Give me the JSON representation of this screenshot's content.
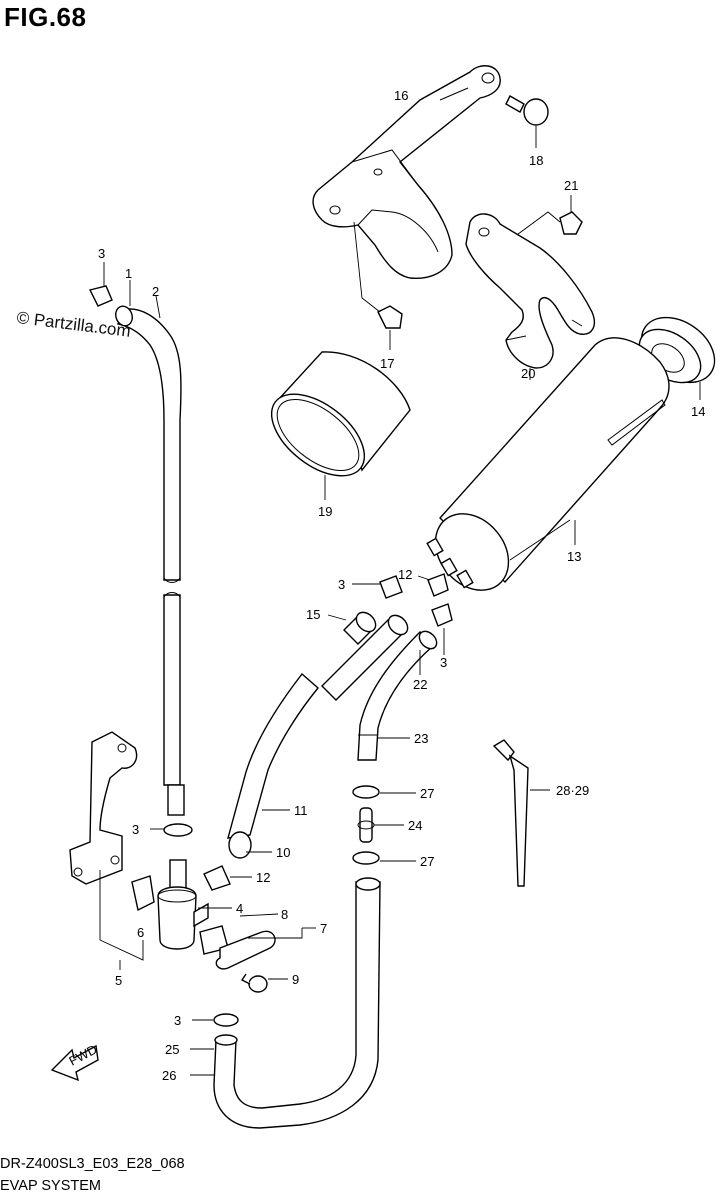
{
  "figure": {
    "title": "FIG.68",
    "watermark": "© Partzilla.com",
    "model_code": "DR-Z400SL3_E03_E28_068",
    "system_name": "EVAP SYSTEM",
    "fwd_label": "FWD"
  },
  "callouts": [
    {
      "id": "c16",
      "label": "16"
    },
    {
      "id": "c18",
      "label": "18"
    },
    {
      "id": "c21",
      "label": "21"
    },
    {
      "id": "c3a",
      "label": "3"
    },
    {
      "id": "c1",
      "label": "1"
    },
    {
      "id": "c2",
      "label": "2"
    },
    {
      "id": "c17",
      "label": "17"
    },
    {
      "id": "c20",
      "label": "20"
    },
    {
      "id": "c14",
      "label": "14"
    },
    {
      "id": "c19",
      "label": "19"
    },
    {
      "id": "c13",
      "label": "13"
    },
    {
      "id": "c3b",
      "label": "3"
    },
    {
      "id": "c12a",
      "label": "12"
    },
    {
      "id": "c15",
      "label": "15"
    },
    {
      "id": "c3c",
      "label": "3"
    },
    {
      "id": "c22",
      "label": "22"
    },
    {
      "id": "c23",
      "label": "23"
    },
    {
      "id": "c2829",
      "label": "28·29"
    },
    {
      "id": "c27a",
      "label": "27"
    },
    {
      "id": "c11",
      "label": "11"
    },
    {
      "id": "c24",
      "label": "24"
    },
    {
      "id": "c3d",
      "label": "3"
    },
    {
      "id": "c10",
      "label": "10"
    },
    {
      "id": "c27b",
      "label": "27"
    },
    {
      "id": "c12b",
      "label": "12"
    },
    {
      "id": "c4",
      "label": "4"
    },
    {
      "id": "c8",
      "label": "8"
    },
    {
      "id": "c7",
      "label": "7"
    },
    {
      "id": "c6",
      "label": "6"
    },
    {
      "id": "c9",
      "label": "9"
    },
    {
      "id": "c5",
      "label": "5"
    },
    {
      "id": "c3e",
      "label": "3"
    },
    {
      "id": "c25",
      "label": "25"
    },
    {
      "id": "c26",
      "label": "26"
    }
  ]
}
